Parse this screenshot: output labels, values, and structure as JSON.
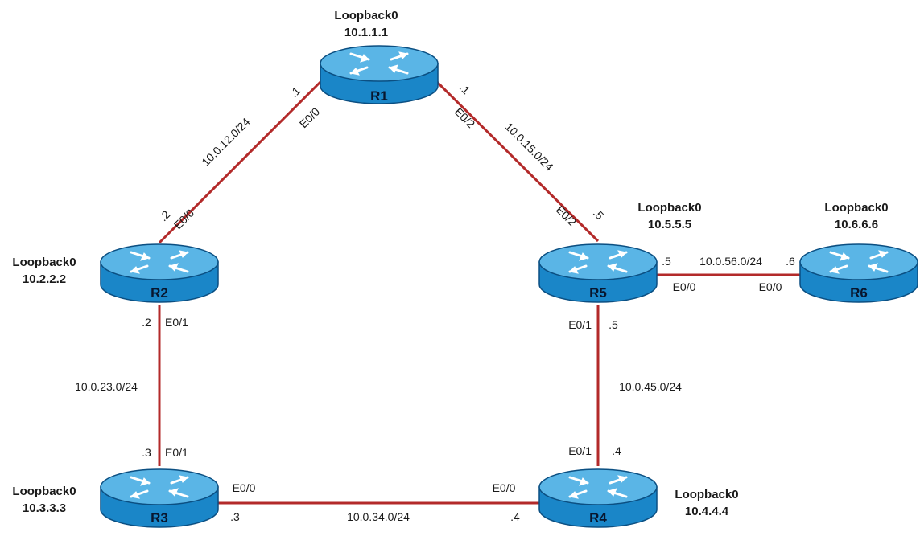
{
  "colors": {
    "link": "#b32a2a",
    "router_body": "#1a86c8",
    "router_top": "#5ab5e6",
    "router_edge": "#0b4f82",
    "text": "#1a1a1a"
  },
  "routers": [
    {
      "id": "R1",
      "name": "R1",
      "loopback_title": "Loopback0",
      "loopback_ip": "10.1.1.1",
      "icon": "router-icon"
    },
    {
      "id": "R2",
      "name": "R2",
      "loopback_title": "Loopback0",
      "loopback_ip": "10.2.2.2",
      "icon": "router-icon"
    },
    {
      "id": "R3",
      "name": "R3",
      "loopback_title": "Loopback0",
      "loopback_ip": "10.3.3.3",
      "icon": "router-icon"
    },
    {
      "id": "R4",
      "name": "R4",
      "loopback_title": "Loopback0",
      "loopback_ip": "10.4.4.4",
      "icon": "router-icon"
    },
    {
      "id": "R5",
      "name": "R5",
      "loopback_title": "Loopback0",
      "loopback_ip": "10.5.5.5",
      "icon": "router-icon"
    },
    {
      "id": "R6",
      "name": "R6",
      "loopback_title": "Loopback0",
      "loopback_ip": "10.6.6.6",
      "icon": "router-icon"
    }
  ],
  "links": [
    {
      "id": "r1-r2",
      "subnet": "10.0.12.0/24",
      "a_host": ".1",
      "a_intf": "E0/0",
      "b_host": ".2",
      "b_intf": "E0/0"
    },
    {
      "id": "r1-r5",
      "subnet": "10.0.15.0/24",
      "a_host": ".1",
      "a_intf": "E0/2",
      "b_host": ".5",
      "b_intf": "E0/2"
    },
    {
      "id": "r2-r3",
      "subnet": "10.0.23.0/24",
      "a_host": ".2",
      "a_intf": "E0/1",
      "b_host": ".3",
      "b_intf": "E0/1"
    },
    {
      "id": "r3-r4",
      "subnet": "10.0.34.0/24",
      "a_host": ".3",
      "a_intf": "E0/0",
      "b_host": ".4",
      "b_intf": "E0/0"
    },
    {
      "id": "r5-r4",
      "subnet": "10.0.45.0/24",
      "a_host": ".5",
      "a_intf": "E0/1",
      "b_host": ".4",
      "b_intf": "E0/1"
    },
    {
      "id": "r5-r6",
      "subnet": "10.0.56.0/24",
      "a_host": ".5",
      "a_intf": "E0/0",
      "b_host": ".6",
      "b_intf": "E0/0"
    }
  ]
}
